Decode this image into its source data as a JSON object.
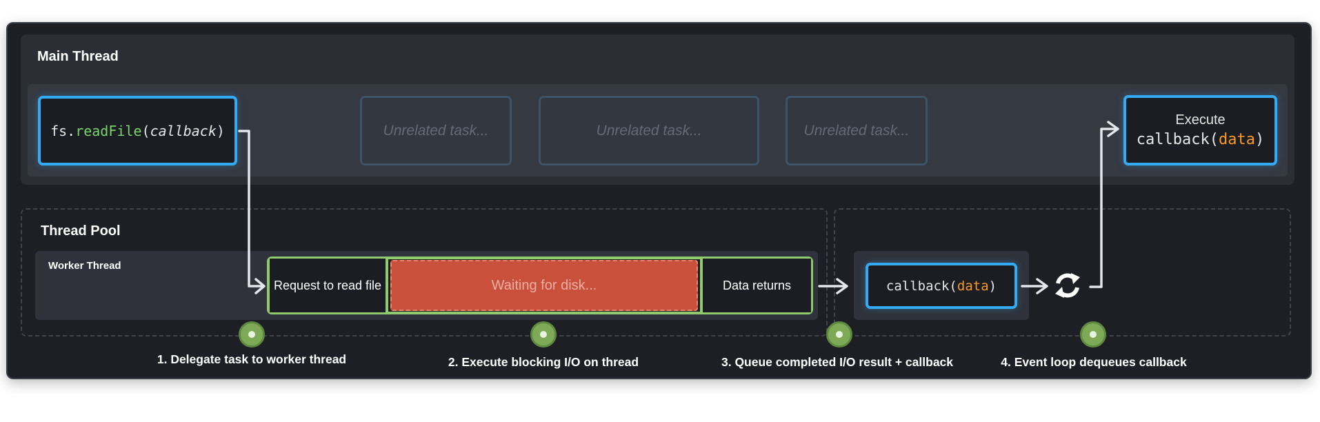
{
  "main_thread": {
    "title": "Main Thread",
    "readfile_call": {
      "prefix": "fs.",
      "method": "readFile",
      "open": "(",
      "arg": "callback",
      "close": ")"
    },
    "unrelated_tasks": [
      "Unrelated task...",
      "Unrelated task...",
      "Unrelated task..."
    ],
    "execute_box": {
      "line1": "Execute",
      "fn": "callback",
      "open": "(",
      "arg": "data",
      "close": ")"
    }
  },
  "thread_pool": {
    "title": "Thread Pool",
    "worker_label": "Worker Thread",
    "request_label": "Request to read file",
    "waiting_label": "Waiting for disk...",
    "returns_label": "Data returns"
  },
  "queue": {
    "callback_box": {
      "fn": "callback",
      "open": "(",
      "arg": "data",
      "close": ")"
    }
  },
  "steps": [
    "1. Delegate task to worker thread",
    "2. Execute blocking I/O on thread",
    "3. Queue completed I/O result + callback",
    "4. Event loop dequeues callback"
  ],
  "icons": {
    "event_loop": "refresh-cycle-icon",
    "step_marker": "step-dot-icon",
    "flow": "arrow-icon"
  },
  "colors": {
    "accent_blue": "#34aaf5",
    "method_green": "#7ad36b",
    "arg_orange": "#f59a2a",
    "io_border_green": "#8fca6e",
    "waiting_red": "#c9503b",
    "step_green": "#7ea957"
  }
}
